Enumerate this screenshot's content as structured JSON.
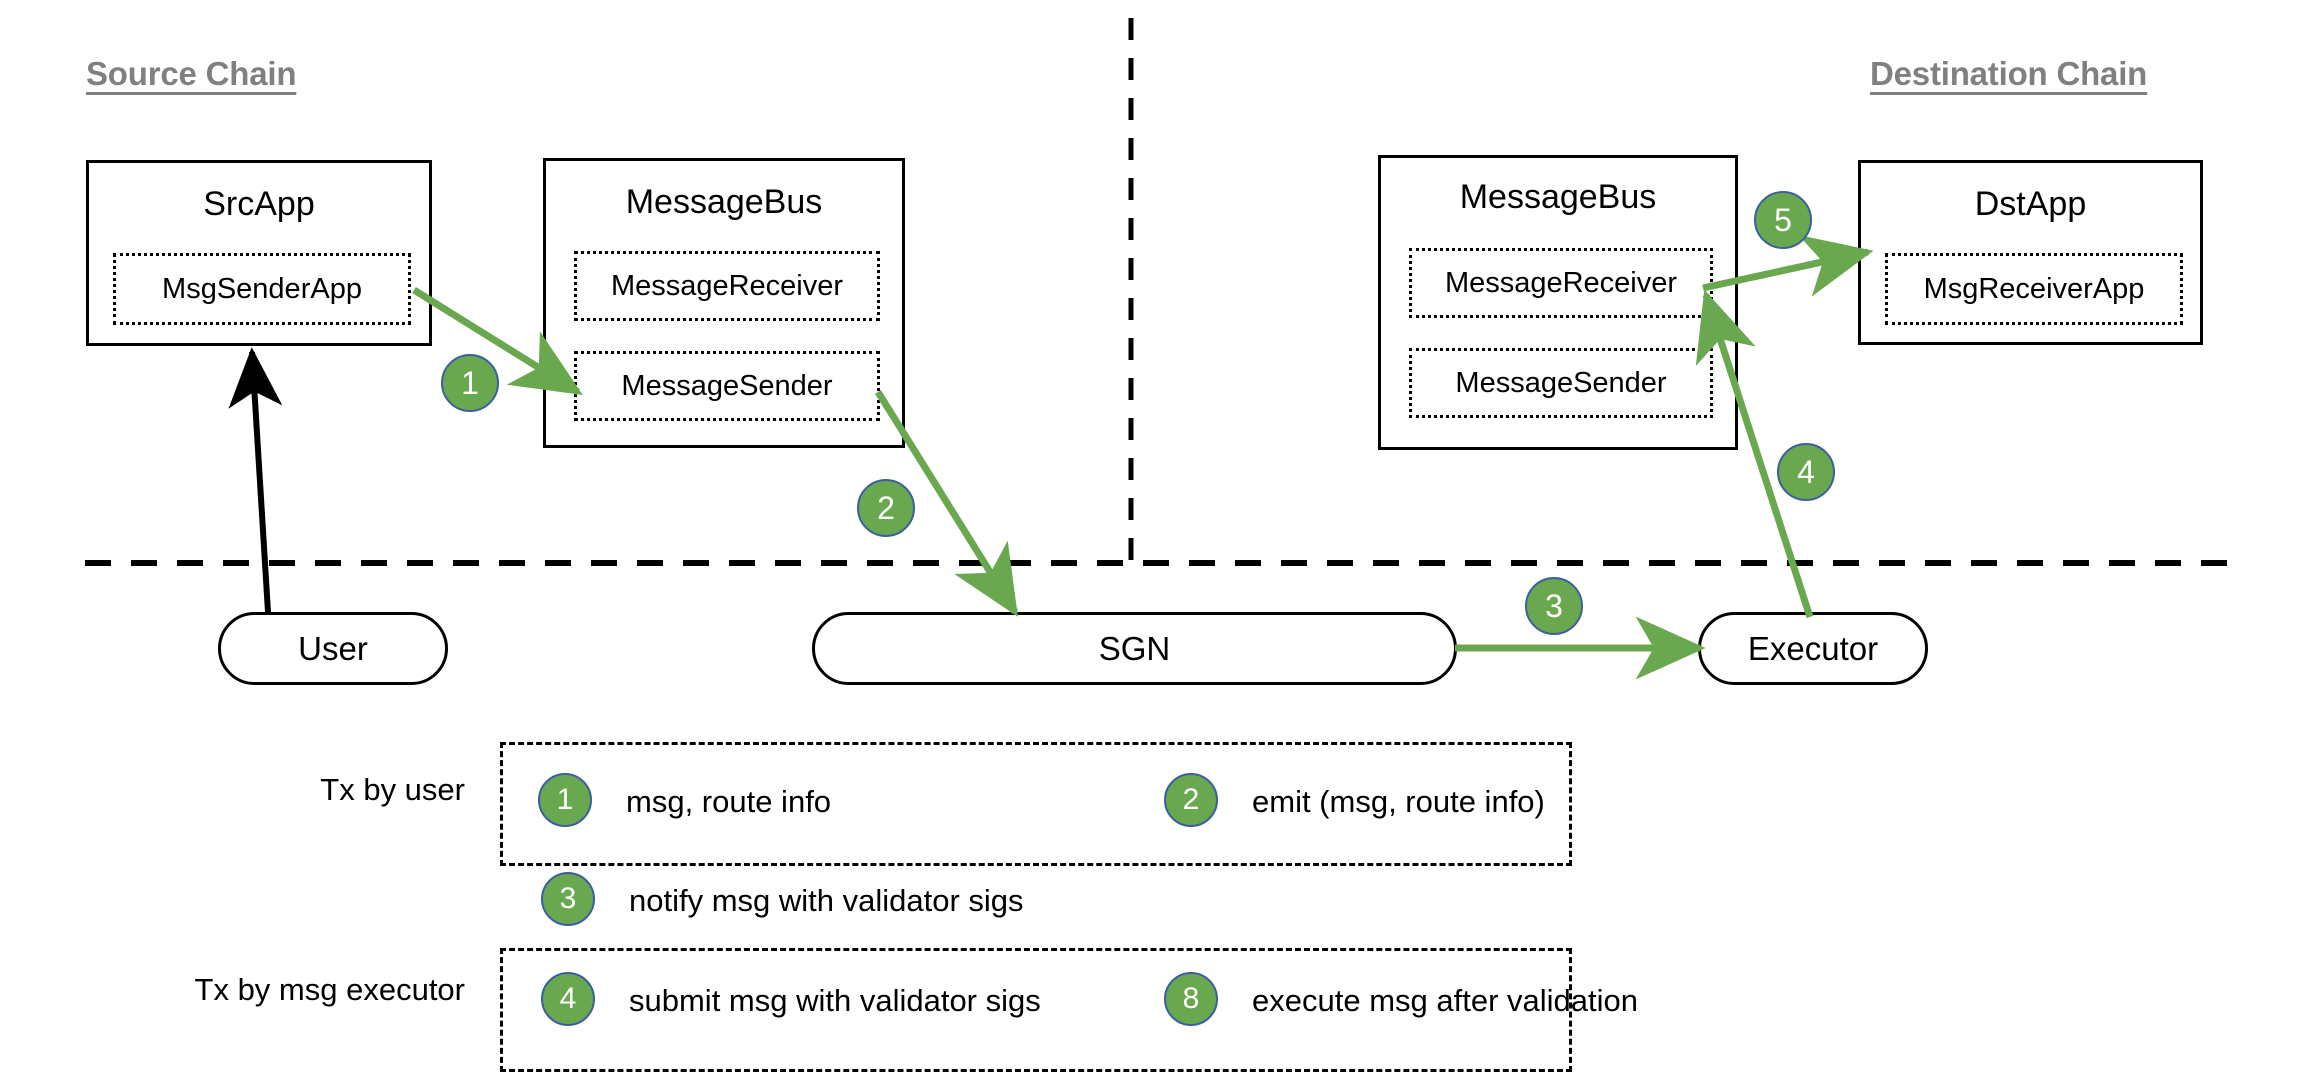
{
  "diagram": {
    "title": "Cross-chain message passing flow",
    "accent_green": "#6aa84f",
    "header_gray": "#808080"
  },
  "headers": {
    "source": "Source Chain",
    "destination": "Destination Chain"
  },
  "source_chain": {
    "src_app": {
      "title": "SrcApp",
      "inner": "MsgSenderApp"
    },
    "message_bus": {
      "title": "MessageBus",
      "receiver": "MessageReceiver",
      "sender": "MessageSender"
    }
  },
  "destination_chain": {
    "message_bus": {
      "title": "MessageBus",
      "receiver": "MessageReceiver",
      "sender": "MessageSender"
    },
    "dst_app": {
      "title": "DstApp",
      "inner": "MsgReceiverApp"
    }
  },
  "offchain": {
    "user": "User",
    "sgn": "SGN",
    "executor": "Executor"
  },
  "flow_badges": {
    "step1": "1",
    "step2": "2",
    "step3": "3",
    "step4": "4",
    "step5": "5"
  },
  "legend": {
    "row_user_label": "Tx by user",
    "row_executor_label": "Tx by msg executor",
    "items": [
      {
        "num": "1",
        "text": "msg, route info"
      },
      {
        "num": "2",
        "text": "emit (msg, route info)"
      },
      {
        "num": "3",
        "text": "notify msg with validator sigs"
      },
      {
        "num": "4",
        "text": "submit msg with validator sigs"
      },
      {
        "num": "8",
        "text": "execute msg after validation"
      }
    ]
  }
}
